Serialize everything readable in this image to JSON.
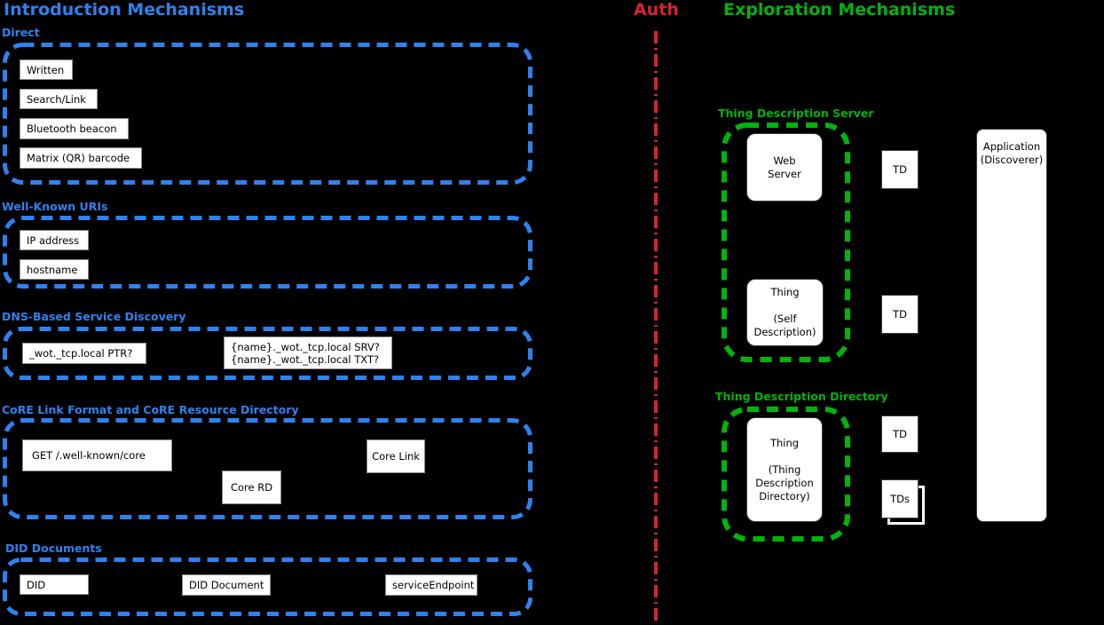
{
  "colors": {
    "background": "#000000",
    "blue": "#2E82F0",
    "green": "#00B40A",
    "red": "#D9242B",
    "node-bg": "#FFFFFF",
    "node-text": "#000000",
    "node-border": "#8A8A8A",
    "rnode-border": "#3C3C3C"
  },
  "intro": {
    "title": "Introduction Mechanisms",
    "sections": [
      {
        "label": "Direct",
        "items": [
          "Written",
          "Search/Link",
          "Bluetooth beacon",
          "Matrix (QR) barcode"
        ]
      },
      {
        "label": "Well-Known URIs",
        "items": [
          "IP address",
          "hostname"
        ]
      },
      {
        "label": "DNS-Based Service Discovery",
        "items": [
          "_wot._tcp.local PTR?",
          "{name}._wot._tcp.local SRV?\n{name}._wot._tcp.local TXT?"
        ]
      },
      {
        "label": "CoRE Link Format and CoRE Resource Directory",
        "items": [
          "GET /.well-known/core",
          "Core RD",
          "Core Link"
        ]
      },
      {
        "label": "DID Documents",
        "items": [
          "DID",
          "DID Document",
          "serviceEndpoint"
        ]
      }
    ]
  },
  "auth": {
    "title": "Auth"
  },
  "exploration": {
    "title": "Exploration Mechanisms",
    "server_group": {
      "label": "Thing Description Server",
      "web_server": "Web\nServer",
      "thing": "Thing\n\n(Self\nDescription)"
    },
    "directory_group": {
      "label": "Thing Description Directory",
      "thing": "Thing\n\n(Thing\nDescription\nDirectory)"
    },
    "td_server_top": "TD",
    "td_server_bottom": "TD",
    "td_directory": "TD",
    "tds": "TDs",
    "application": "Application\n(Discoverer)"
  }
}
